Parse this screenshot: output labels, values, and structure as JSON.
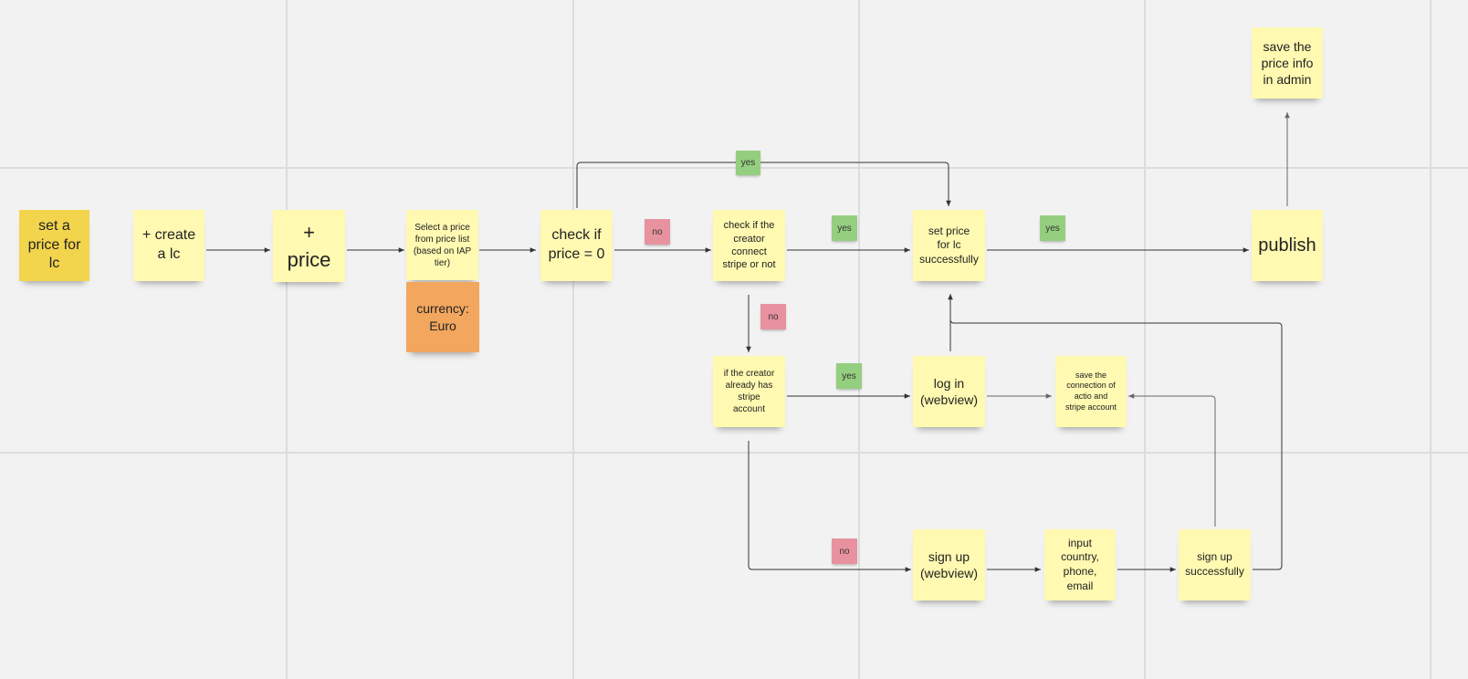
{
  "notes": {
    "n_set_price": "set a\nprice for\nlc",
    "n_create": "+ create\na lc",
    "n_price": "+\nprice",
    "n_select": "Select a price\nfrom price list\n(based on IAP\ntier)",
    "n_currency": "currency:\nEuro",
    "n_check_zero": "check if\nprice = 0",
    "n_check_stripe": "check if the\ncreator\nconnect\nstripe or not",
    "n_set_success": "set price\nfor lc\nsuccessfully",
    "n_publish": "publish",
    "n_save_admin": "save the\nprice info\nin admin",
    "n_has_account": "if the creator\nalready has\nstripe\naccount",
    "n_login": "log in\n(webview)",
    "n_save_conn": "save the\nconnection of\nactio and\nstripe account",
    "n_signup": "sign up\n(webview)",
    "n_input": "input\ncountry,\nphone,\nemail",
    "n_signup_success": "sign up\nsuccessfully"
  },
  "labels": {
    "yes_top": "yes",
    "no_zero": "no",
    "yes_stripe": "yes",
    "yes_set": "yes",
    "no_stripe": "no",
    "yes_account": "yes",
    "no_account": "no"
  },
  "colors": {
    "background": "#f2f2f2",
    "grid_line": "#dcdcdc",
    "sticky_yellow": "#fff9b1",
    "sticky_gold": "#f2d44d",
    "sticky_orange": "#f2a65e",
    "tag_yes": "#94cf7f",
    "tag_no": "#e892a0",
    "connector": "#333333"
  }
}
